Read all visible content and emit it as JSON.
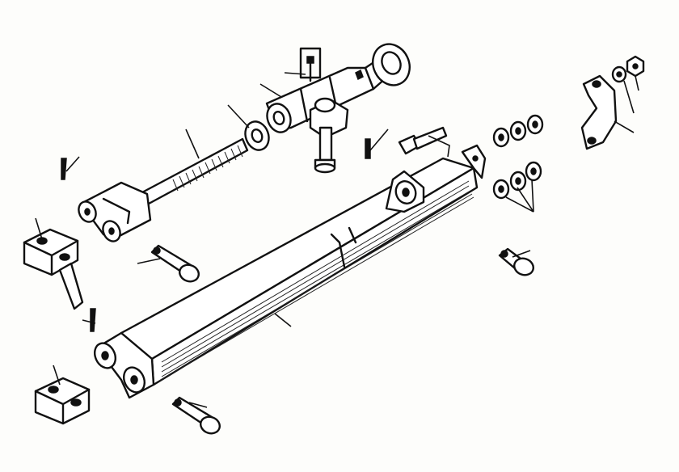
{
  "diagram": {
    "parts": [
      {
        "id": "turnbuckle-eye-tube",
        "icon": "eye-tube"
      },
      {
        "id": "adjusting-screw",
        "icon": "threaded-rod"
      },
      {
        "id": "lock-nut",
        "icon": "washer-nut"
      },
      {
        "id": "screw-fork-end",
        "icon": "fork"
      },
      {
        "id": "grease-nipple",
        "icon": "nipple"
      },
      {
        "id": "clamp-bolt",
        "icon": "bolt"
      },
      {
        "id": "hex-bolt",
        "icon": "bolt"
      },
      {
        "id": "split-pin-upper",
        "icon": "pin"
      },
      {
        "id": "split-pin-middle",
        "icon": "pin"
      },
      {
        "id": "split-pin-lower",
        "icon": "pin"
      },
      {
        "id": "link-block-upper",
        "icon": "block"
      },
      {
        "id": "link-block-lower",
        "icon": "block"
      },
      {
        "id": "clevis-pin-upper",
        "icon": "clevis-pin"
      },
      {
        "id": "clevis-pin-lower",
        "icon": "clevis-pin"
      },
      {
        "id": "clevis-pin-right",
        "icon": "clevis-pin"
      },
      {
        "id": "lower-link-arm",
        "icon": "arm"
      },
      {
        "id": "washers-upper",
        "icon": "washers"
      },
      {
        "id": "washers-lower",
        "icon": "washers"
      },
      {
        "id": "half-clamp",
        "icon": "clamp"
      },
      {
        "id": "clamp-nut",
        "icon": "nut"
      },
      {
        "id": "clamp-washer",
        "icon": "washer"
      }
    ]
  }
}
